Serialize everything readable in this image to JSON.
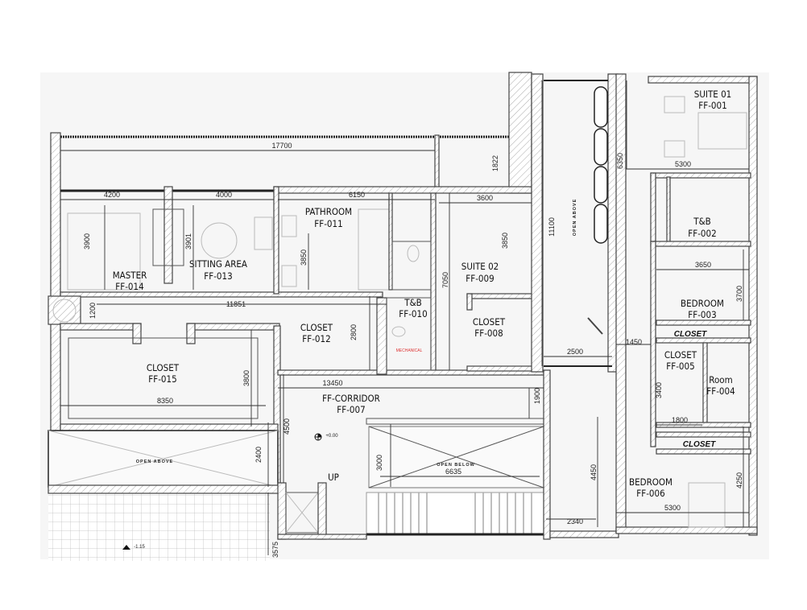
{
  "rooms": [
    {
      "name": "SUITE 01",
      "code": "FF-001"
    },
    {
      "name": "T&B",
      "code": "FF-002"
    },
    {
      "name": "BEDROOM",
      "code": "FF-003"
    },
    {
      "name": "Room",
      "code": "FF-004"
    },
    {
      "name": "CLOSET",
      "code": "FF-005"
    },
    {
      "name": "BEDROOM",
      "code": "FF-006"
    },
    {
      "name": "FF-CORRIDOR",
      "code": "FF-007"
    },
    {
      "name": "CLOSET",
      "code": "FF-008"
    },
    {
      "name": "SUITE 02",
      "code": "FF-009"
    },
    {
      "name": "T&B",
      "code": "FF-010"
    },
    {
      "name": "PATHROOM",
      "code": "FF-011"
    },
    {
      "name": "CLOSET",
      "code": "FF-012"
    },
    {
      "name": "SITTING AREA",
      "code": "FF-013"
    },
    {
      "name": "MASTER",
      "code": "FF-014"
    },
    {
      "name": "CLOSET",
      "code": "FF-015"
    }
  ],
  "closet_labels": [
    "CLOSET",
    "CLOSET"
  ],
  "dimensions": {
    "d17700": "17700",
    "d1822": "1822",
    "d4200": "4200",
    "d4000": "4000",
    "d6150": "6150",
    "d3600": "3600",
    "d3900": "3900",
    "d3901": "3901",
    "d3850a": "3850",
    "d3850b": "3850",
    "d7050": "7050",
    "d11100": "11100",
    "d11851": "11851",
    "d1200": "1200",
    "d2800": "2800",
    "d3800": "3800",
    "d8350": "8350",
    "d13450": "13450",
    "d1900": "1900",
    "d4500": "4500",
    "d2400": "2400",
    "d3000": "3000",
    "d6635": "6635",
    "d4450": "4450",
    "d2340": "2340",
    "d3575": "3575",
    "d2500": "2500",
    "d6350": "6350",
    "d5300a": "5300",
    "d3650": "3650",
    "d3700": "3700",
    "d1450": "1450",
    "d3400": "3400",
    "d1800": "1800",
    "d4250": "4250",
    "d5300b": "5300"
  },
  "annotations": {
    "open_above_left": "OPEN ABOVE",
    "open_above_center": "OPEN ABOVE",
    "open_below": "OPEN BELOW",
    "up": "UP",
    "level_corridor": "+0.00",
    "level_lower": "-1.15",
    "mechanical": "MECHANICAL"
  }
}
